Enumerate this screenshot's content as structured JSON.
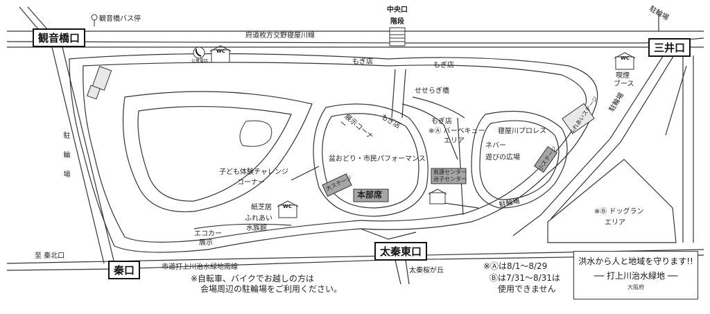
{
  "gates": {
    "kannonbashi": "観音橋口",
    "mitsui": "三井口",
    "hata": "秦口",
    "uzumasa_east": "太秦東口"
  },
  "labels": {
    "bus_stop": "観音橋バス停",
    "central_gate": "中央口",
    "stairs": "階段",
    "prefectural_road": "府道枚方交野寝屋川線",
    "city_road": "市道打上川治水緑地南線",
    "to_hata_north": "至 秦北口",
    "uzumasa_sakuragaoka": "太秦桜が丘",
    "phone": "公衆電話",
    "wc": "WC",
    "mogi_1": "もぎ店",
    "mogi_2": "もぎ店",
    "mogi_3": "もぎ店",
    "mogi_4": "もぎ店",
    "seseragi": "せせらぎ橋",
    "exhibit_corner": "展示コーナー",
    "bbq_a": "※Ⓐ バーベキュー",
    "bbq_a_area": "エリア",
    "neyagawa_pro": "寝屋川プロレス",
    "nebar": "ネバー",
    "play_plaza": "遊びの広場",
    "small_stage": "小ステージ",
    "fureai_stage": "ふれあいステージ",
    "bon_odori": "盆おどり・市民パフォーマンス",
    "big_stage": "大ステージ",
    "hq_seat": "本部席",
    "rescue_center": "救護センター",
    "lost_child_center": "迷子センター",
    "kids_challenge": "子ども体験チャレンジ",
    "kids_corner": "コーナー",
    "kamishibai": "紙芝居",
    "fureai": "ふれあい",
    "aquarium": "水族館",
    "ecocar": "エコカー",
    "ecocar_exhibit": "展示",
    "smoking_1": "喫煙",
    "smoking_2": "ブース",
    "bike_parking_ne": "駐輪場",
    "bike_parking_e": "駐輪場",
    "bike_parking_c": "駐輪場",
    "bike_parking_w": "駐輪場",
    "dog_run": "※Ⓑ ドッグラン",
    "dog_run_area": "エリア"
  },
  "notes": {
    "bike_1": "※自転車、バイクでお越しの方は",
    "bike_2": "会場周辺の駐輪場をご利用ください。",
    "period_1": "※Ⓐは8/1～8/29",
    "period_2": "Ⓑは7/31～8/31は",
    "period_3": "使用できません"
  },
  "notice_box": {
    "line1": "洪水から人と地域を守ります!!",
    "line2": "── 打上川治水緑地 ──",
    "line3": "大阪府"
  },
  "colors": {
    "line": "#333333",
    "light_fill": "#f5f5f5",
    "stage_fill": "#a6a6a6"
  }
}
